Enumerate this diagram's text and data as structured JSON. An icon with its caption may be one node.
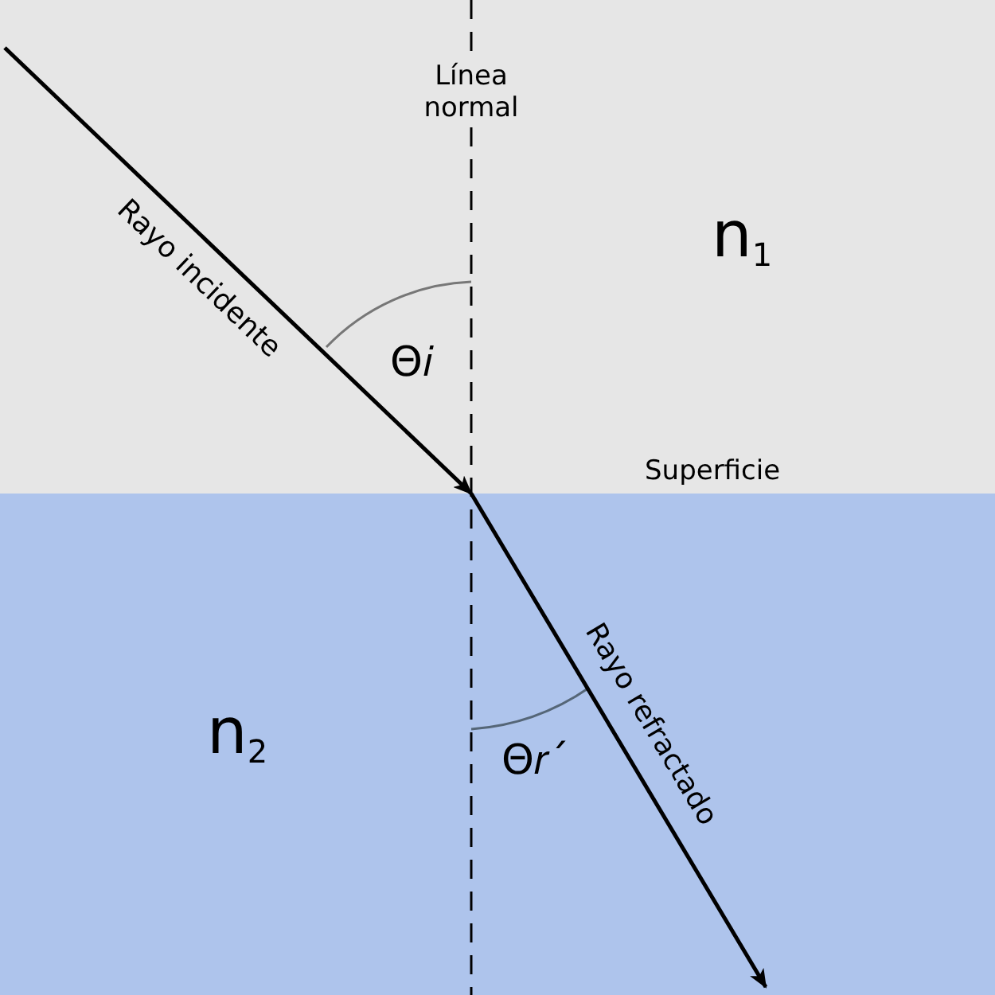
{
  "diagram": {
    "nodes": [
      {
        "text": [
          "n$_{1}$"
        ]
      },
      {
        "text": [
          "n$_{2}$"
        ]
      }
    ],
    "edges": [
      {
        "from": 0,
        "to": 1,
        "arrow": "to",
        "label": "Rayo incidente"
      },
      {
        "from": 0,
        "to": 1,
        "arrow": "to",
        "label": "Rayo refractado"
      },
      {
        "from": 0,
        "to": 1,
        "arrow": "none",
        "style": "dashed"
      }
    ],
    "labels": [
      "Línea normal",
      "Θ𝑖",
      "Superficie",
      "Θ𝑟´"
    ]
  }
}
